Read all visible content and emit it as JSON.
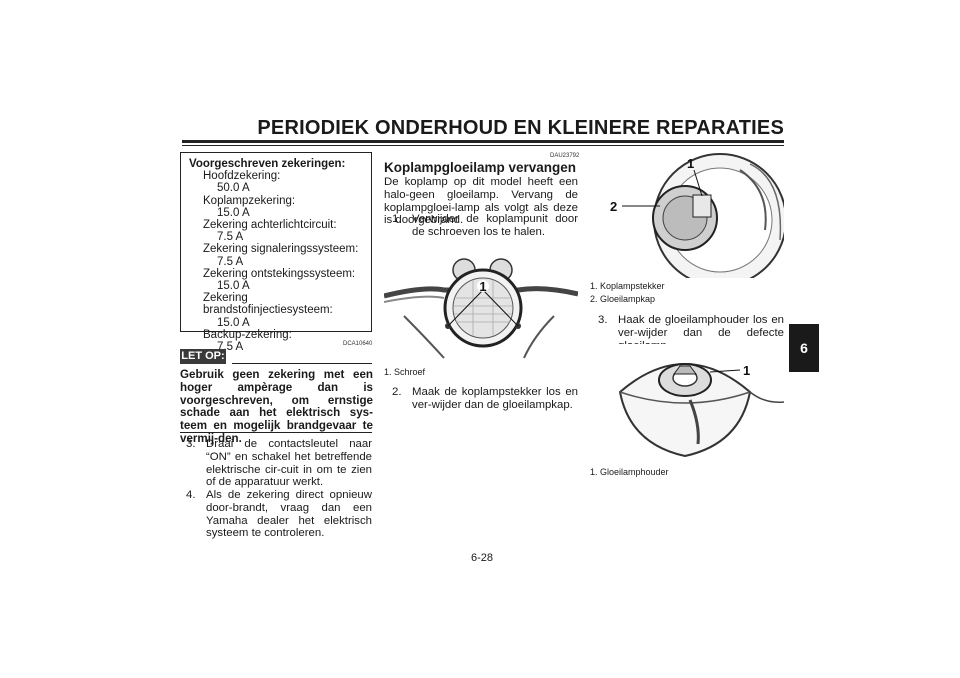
{
  "header": {
    "title": "PERIODIEK ONDERHOUD EN KLEINERE REPARATIES"
  },
  "chapter_tab": "6",
  "fuse_box": {
    "title": "Voorgeschreven zekeringen:",
    "items": [
      {
        "label": "Hoofdzekering:",
        "value": "50.0 A"
      },
      {
        "label": "Koplampzekering:",
        "value": "15.0 A"
      },
      {
        "label": "Zekering achterlichtcircuit:",
        "value": "7.5 A"
      },
      {
        "label": "Zekering signaleringssysteem:",
        "value": "7.5 A"
      },
      {
        "label": "Zekering ontstekingssysteem:",
        "value": "15.0 A"
      },
      {
        "label": "Zekering brandstofinjectiesysteem:",
        "value": "15.0 A"
      },
      {
        "label": "Backup-zekering:",
        "value": "7.5 A"
      }
    ]
  },
  "caution": {
    "code": "DCA10640",
    "label": "LET OP:",
    "text": "Gebruik geen zekering met een hoger ampèrage dan is voorgeschreven, om ernstige schade aan het elektrisch sys-teem en mogelijk brandgevaar te vermij-den."
  },
  "steps_left": [
    {
      "num": "3.",
      "text": "Draai de contactsleutel naar “ON” en schakel het betreffende elektrische cir-cuit in om te zien of de apparatuur werkt."
    },
    {
      "num": "4.",
      "text": "Als de zekering direct opnieuw door-brandt, vraag dan een Yamaha dealer het elektrisch systeem te controleren."
    }
  ],
  "section": {
    "code": "DAU23792",
    "title": "Koplampgloeilamp vervangen",
    "intro": "De koplamp op dit model heeft een halo-geen gloeilamp. Vervang de koplampgloei-lamp als volgt als deze is doorgebrand.",
    "step1": {
      "num": "1.",
      "text": "Verwijder de koplampunit door de schroeven los te halen."
    },
    "fig1": {
      "callout": "1",
      "caption": "1. Schroef"
    },
    "step2": {
      "num": "2.",
      "text": "Maak de koplampstekker los en ver-wijder dan de gloeilampkap."
    }
  },
  "fig2": {
    "callouts": [
      "1",
      "2"
    ],
    "captions": [
      "1. Koplampstekker",
      "2. Gloeilampkap"
    ]
  },
  "step3": {
    "num": "3.",
    "text": "Haak de gloeilamphouder los en ver-wijder dan de defecte gloeilamp."
  },
  "fig3": {
    "callout": "1",
    "caption": "1. Gloeilamphouder"
  },
  "page_number": "6-28"
}
